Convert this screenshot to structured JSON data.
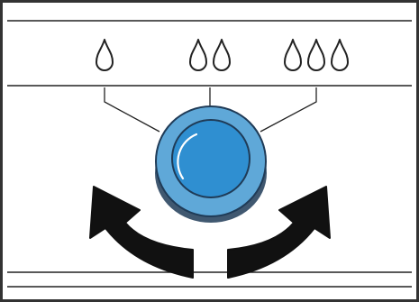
{
  "diagram": {
    "levels": [
      {
        "id": "low",
        "drops": 1
      },
      {
        "id": "medium",
        "drops": 2
      },
      {
        "id": "high",
        "drops": 3
      }
    ],
    "knob": {
      "body_color": "#5fa8d8",
      "face_color": "#2f8fd1",
      "edge_color": "#1f3b57"
    },
    "arrows": {
      "left_direction": "counterclockwise",
      "right_direction": "clockwise",
      "color": "#111111"
    },
    "frame_color": "#333333",
    "line_color": "#222222"
  }
}
